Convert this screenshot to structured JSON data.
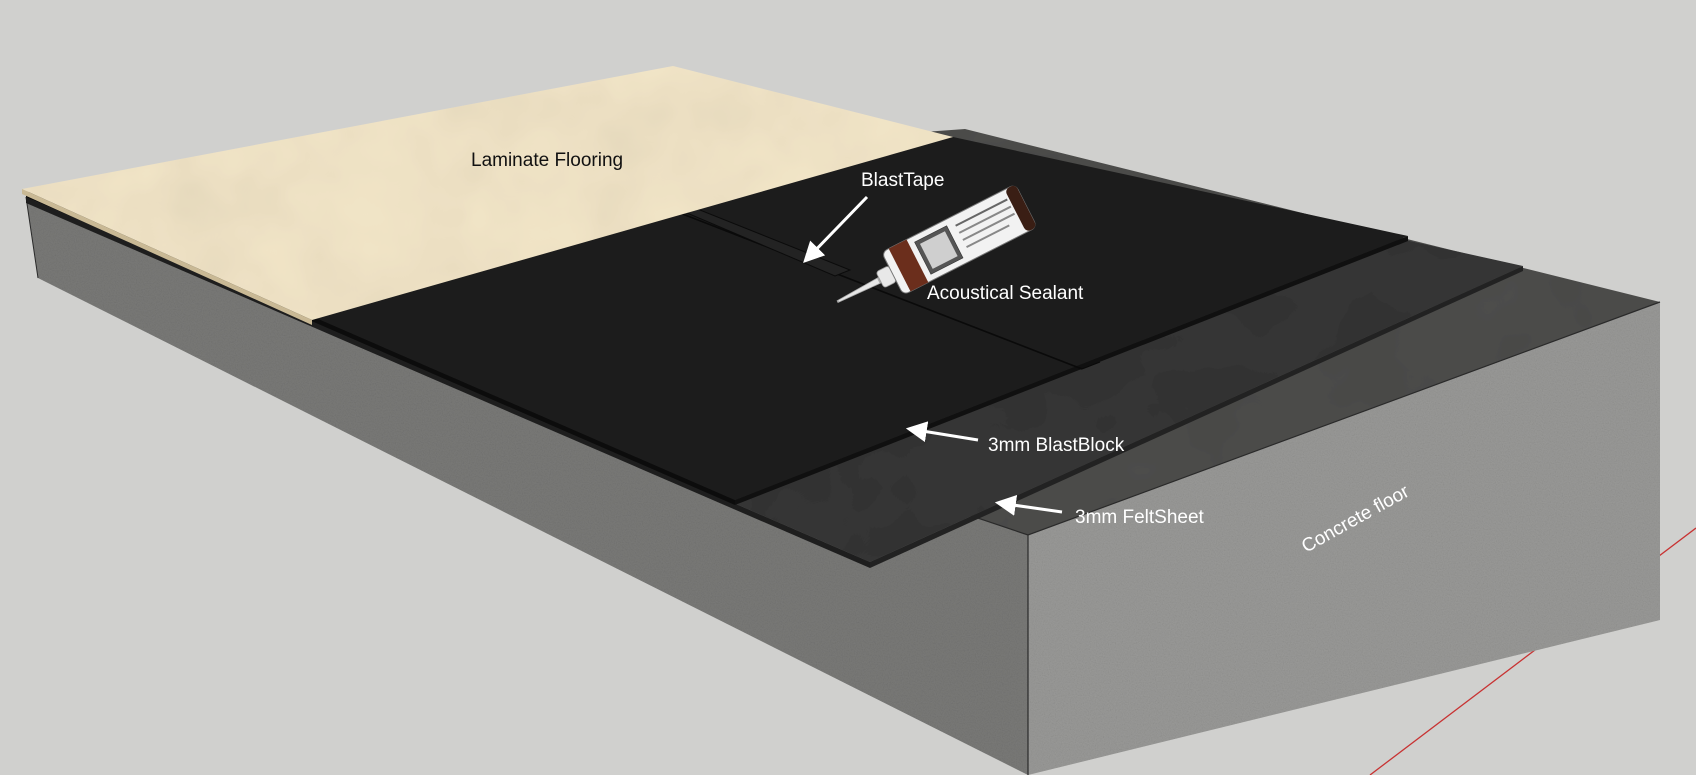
{
  "labels": {
    "laminate": "Laminate Flooring",
    "blasttape": "BlastTape",
    "sealant": "Acoustical Sealant",
    "blastblock": "3mm BlastBlock",
    "feltsheet": "3mm FeltSheet",
    "concrete": "Concrete floor"
  },
  "colors": {
    "background": "#d0d0ce",
    "laminate": "#f6ead0",
    "blastblock": "#1b1b1b",
    "feltsheet": "#333333",
    "concrete_top": "#4b4b49",
    "concrete_side": "#8c8c8a",
    "axis": "#c83232",
    "label_dark": "#111111",
    "label_light": "#ffffff"
  }
}
